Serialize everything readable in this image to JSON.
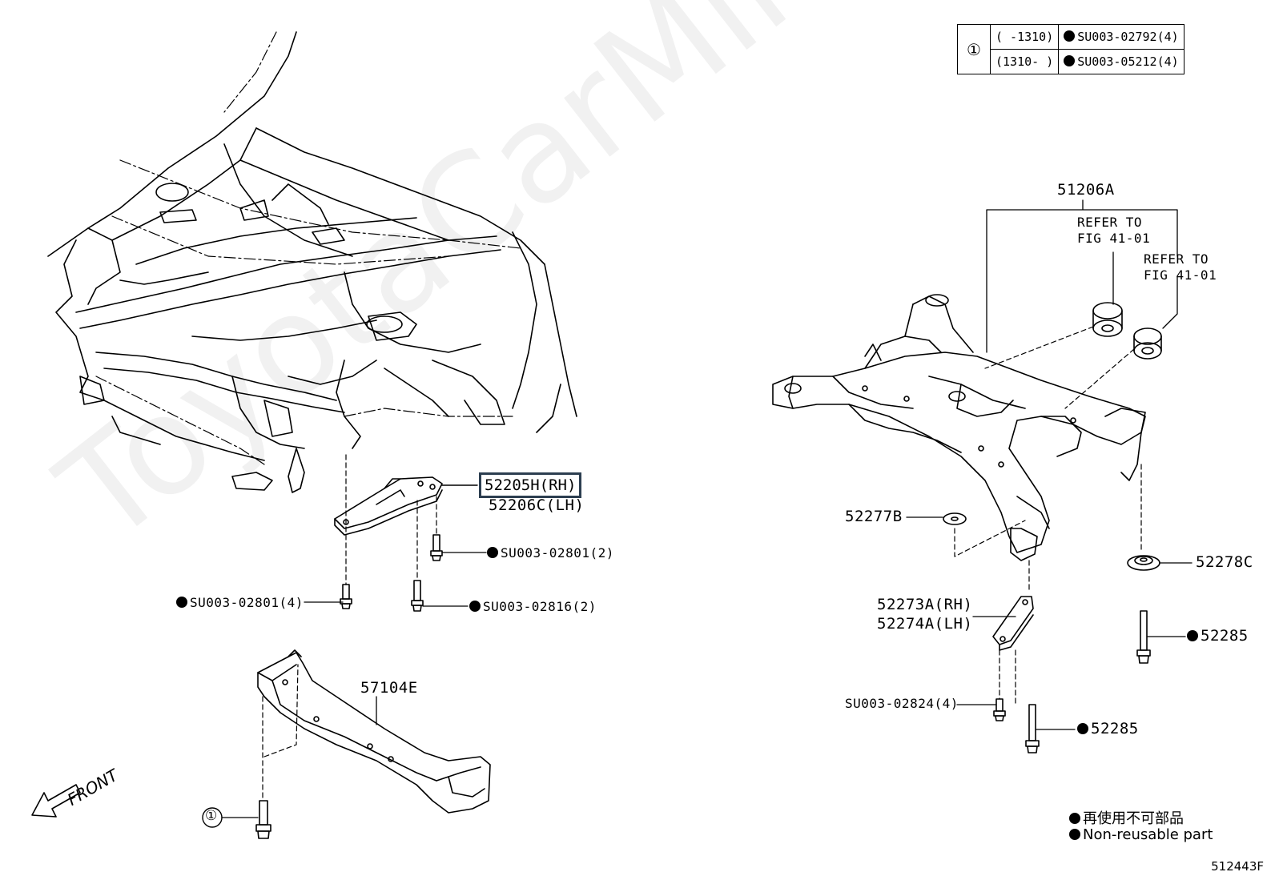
{
  "table": {
    "key": "①",
    "rows": [
      {
        "range": "(    -1310)",
        "part": "SU003-02792(4)"
      },
      {
        "range": "(1310-    )",
        "part": "SU003-05212(4)"
      }
    ]
  },
  "labels": {
    "p51206a": "51206A",
    "refer1": "REFER TO",
    "refer1b": "FIG 41-01",
    "refer2": "REFER TO",
    "refer2b": "FIG 41-01",
    "p52205h": "52205H(RH)",
    "p52206c": "52206C(LH)",
    "su_02801_2": "SU003-02801(2)",
    "su_02801_4": "SU003-02801(4)",
    "su_02816_2": "SU003-02816(2)",
    "p57104e": "57104E",
    "circle_one": "①",
    "p52277b": "52277B",
    "p52278c": "52278C",
    "p52273a": "52273A(RH)",
    "p52274a": "52274A(LH)",
    "p52285_a": "52285",
    "p52285_b": "52285",
    "su_02824_4": "SU003-02824(4)",
    "front": "FRONT"
  },
  "legend": {
    "line1": "再使用不可部品",
    "line2": "Non-reusable part"
  },
  "figure_code": "512443F",
  "watermark": "ToyotaCarMine.ru",
  "colors": {
    "highlight_border": "#2c3e50",
    "ink": "#000000"
  }
}
